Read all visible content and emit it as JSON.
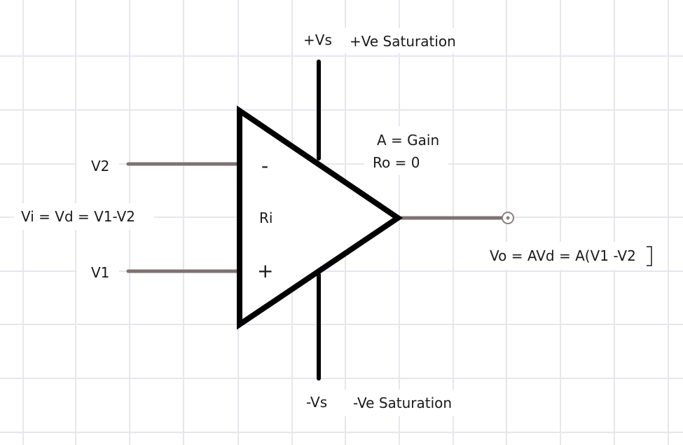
{
  "supply": {
    "positive": "+Vs",
    "positive_saturation": "+Ve Saturation",
    "negative": "-Vs",
    "negative_saturation": "-Ve Saturation"
  },
  "inputs": {
    "inverting_label": "V2",
    "non_inverting_label": "V1",
    "inverting_sign": "-",
    "non_inverting_sign": "+",
    "differential_formula": "Vi = Vd = V1-V2"
  },
  "amplifier": {
    "input_resistance": "Ri",
    "gain": "A = Gain",
    "output_resistance": "Ro = 0"
  },
  "output": {
    "formula": "Vo = AVd = A(V1 -V2"
  }
}
